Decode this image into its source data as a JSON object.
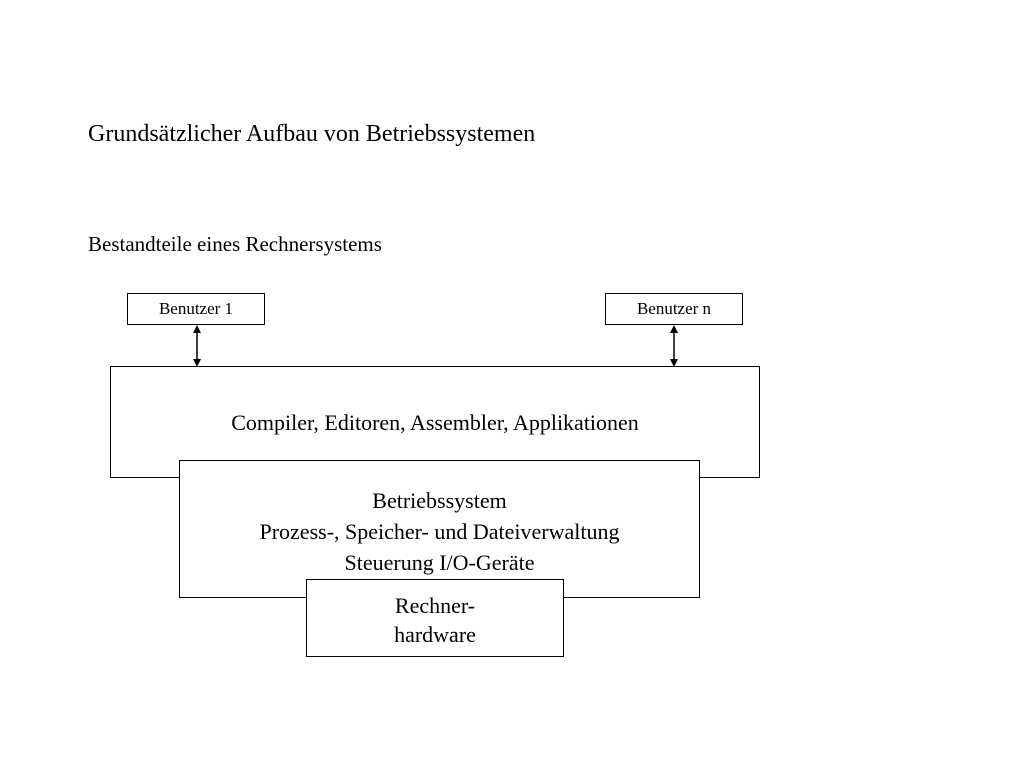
{
  "slide": {
    "title": "Grundsätzlicher Aufbau von Betriebssystemen",
    "subtitle": "Bestandteile eines Rechnersystems"
  },
  "diagram": {
    "users": [
      {
        "label": "Benutzer 1"
      },
      {
        "label": "Benutzer n"
      }
    ],
    "applications": {
      "label": "Compiler, Editoren, Assembler, Applikationen"
    },
    "operating_system": {
      "lines": [
        "Betriebssystem",
        "Prozess-, Speicher- und Dateiverwaltung",
        "Steuerung I/O-Geräte"
      ]
    },
    "hardware": {
      "lines": [
        "Rechner-",
        "hardware"
      ]
    },
    "arrow_style": "double-headed",
    "colors": {
      "line": "#000000",
      "background": "#ffffff"
    }
  }
}
